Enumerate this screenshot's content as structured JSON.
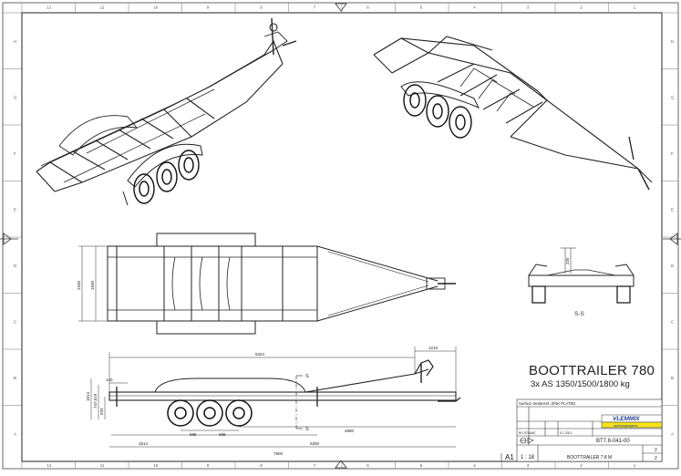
{
  "title": "BOOTTRAILER 780",
  "subtitle": "3x AS 1350/1500/1800 kg",
  "section_label": "S-S",
  "side_view": {
    "section_marker": "S"
  },
  "zones": {
    "columns": [
      "12",
      "11",
      "10",
      "9",
      "8",
      "7",
      "6",
      "5",
      "4",
      "3",
      "2",
      "1"
    ],
    "rows": [
      "H",
      "G",
      "F",
      "E",
      "D",
      "C",
      "B",
      "A"
    ]
  },
  "dims": {
    "top_width": "2340",
    "top_inner": "1690",
    "section_height": "225",
    "overall_length": "6324",
    "drawbar_length": "1210",
    "front_offset": "140",
    "rear_to_axle": "1514",
    "axle_to_hitch": "6250",
    "axle_spacing_1": "685",
    "axle_spacing_2": "685",
    "axle_span": "4880",
    "total_length": "7800",
    "side_height_total": "1014",
    "side_height_mid": "747,519",
    "side_height_low": "593"
  },
  "title_block": {
    "surface_treatment": "Surface treatment: ZINK PLATED",
    "logo": "VLEMMIX",
    "logo_tagline": "aanhangwagens",
    "drawn_by": "RG.STRAAT",
    "date": "5-7-2021",
    "drawing_number": "BT7.8-041-00",
    "scale": "1 : 18",
    "description": "BOOTTRAILER 7.8 M",
    "revision": "2",
    "sheet": "2",
    "sheet_size": "A1"
  }
}
